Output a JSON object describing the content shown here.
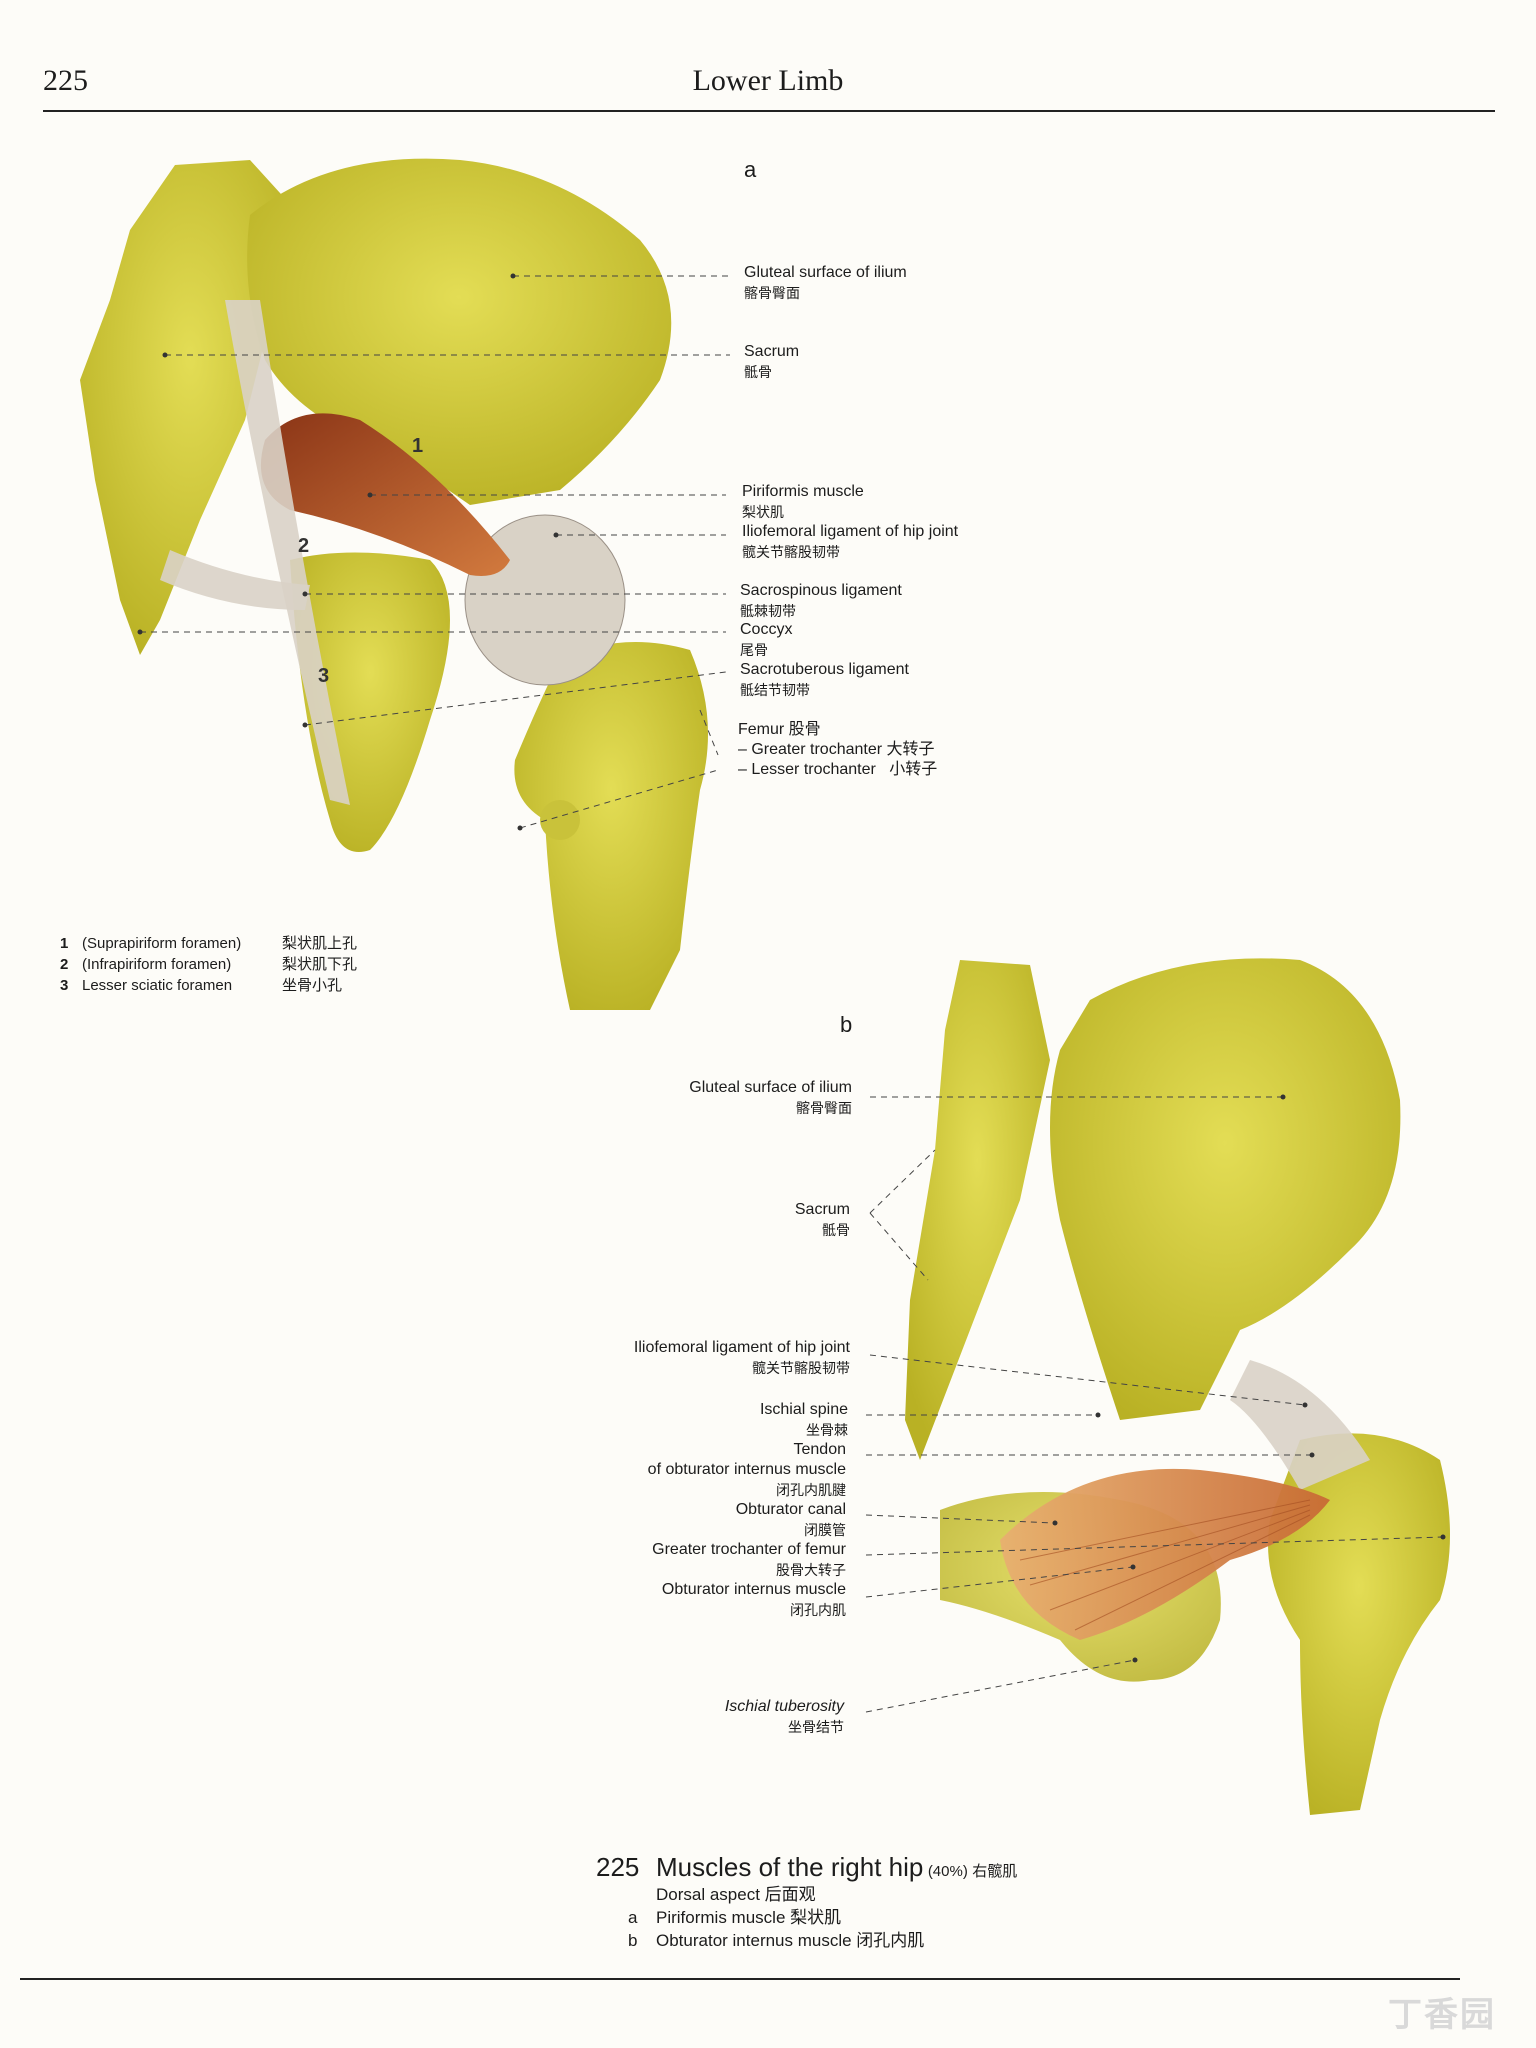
{
  "header": {
    "page_number": "225",
    "running_head": "Lower Limb"
  },
  "figure_a": {
    "letter": "a",
    "labels": [
      {
        "en": "Gluteal surface of ilium",
        "zh": "髂骨臀面"
      },
      {
        "en": "Sacrum",
        "zh": "骶骨"
      },
      {
        "en": "Piriformis muscle",
        "zh": "梨状肌"
      },
      {
        "en": "Iliofemoral ligament of hip joint",
        "zh": "髋关节髂股韧带"
      },
      {
        "en": "Sacrospinous ligament",
        "zh": "骶棘韧带"
      },
      {
        "en": "Coccyx",
        "zh": "尾骨"
      },
      {
        "en": "Sacrotuberous ligament",
        "zh": "骶结节韧带"
      },
      {
        "en": "Femur 股骨",
        "zh": ""
      },
      {
        "en": "– Greater trochanter 大转子",
        "zh": ""
      },
      {
        "en": "– Lesser trochanter   小转子",
        "zh": ""
      }
    ],
    "numbers": [
      "1",
      "2",
      "3"
    ]
  },
  "legend": [
    {
      "n": "1",
      "en": "(Suprapiriform foramen)",
      "zh": "梨状肌上孔"
    },
    {
      "n": "2",
      "en": "(Infrapiriform foramen)",
      "zh": "梨状肌下孔"
    },
    {
      "n": "3",
      "en": "Lesser sciatic foramen",
      "zh": "坐骨小孔"
    }
  ],
  "figure_b": {
    "letter": "b",
    "labels": [
      {
        "en": "Gluteal surface of ilium",
        "zh": "髂骨臀面"
      },
      {
        "en": "Sacrum",
        "zh": "骶骨"
      },
      {
        "en": "Iliofemoral ligament of hip joint",
        "zh": "髋关节髂股韧带"
      },
      {
        "en": "Ischial spine",
        "zh": "坐骨棘"
      },
      {
        "en": "Tendon",
        "zh": ""
      },
      {
        "en": "of obturator internus muscle",
        "zh": "闭孔内肌腱"
      },
      {
        "en": "Obturator canal",
        "zh": "闭膜管"
      },
      {
        "en": "Greater trochanter of femur",
        "zh": "股骨大转子"
      },
      {
        "en": "Obturator internus muscle",
        "zh": "闭孔内肌"
      },
      {
        "en": "Ischial tuberosity",
        "zh": "坐骨结节"
      }
    ]
  },
  "caption": {
    "number": "225",
    "title": "Muscles of the right hip",
    "scale": "(40%)",
    "title_zh": "右髋肌",
    "aspect": "Dorsal aspect 后面观",
    "items": [
      {
        "letter": "a",
        "text": "Piriformis muscle 梨状肌"
      },
      {
        "letter": "b",
        "text": "Obturator internus muscle 闭孔内肌"
      }
    ]
  },
  "watermark": "丁香园",
  "colors": {
    "bone": "#d8d23a",
    "bone_shade": "#b5ae25",
    "muscle": "#b8582a",
    "ligament": "#d9d2c6"
  }
}
